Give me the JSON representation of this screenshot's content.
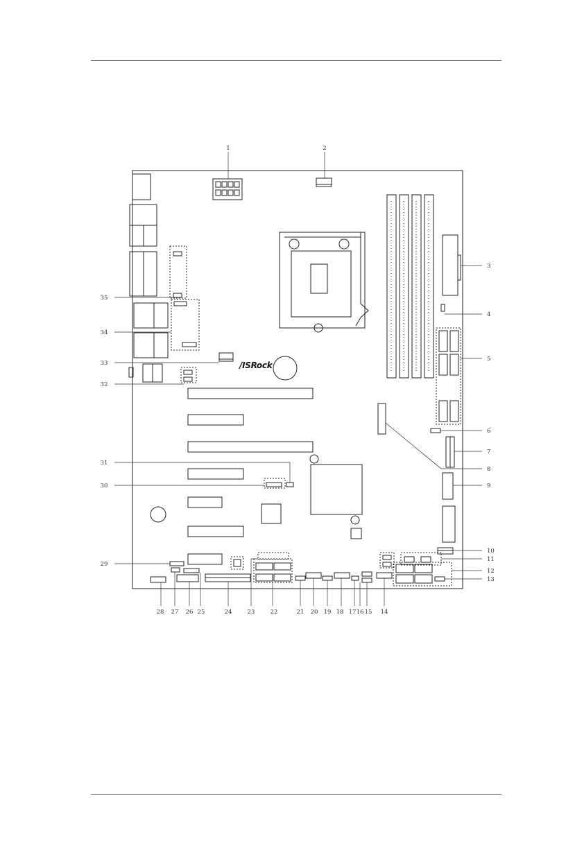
{
  "board": {
    "brand_logo_text": "/ISRock"
  },
  "callouts": {
    "top": [
      "1",
      "2"
    ],
    "right": [
      "3",
      "4",
      "5",
      "6",
      "7",
      "8",
      "9",
      "10",
      "11",
      "12",
      "13"
    ],
    "bottom": [
      "14",
      "15",
      "16",
      "17",
      "18",
      "19",
      "20",
      "21",
      "22",
      "23",
      "24",
      "25",
      "26",
      "27",
      "28"
    ],
    "left": [
      "29",
      "30",
      "31",
      "32",
      "33",
      "34",
      "35"
    ]
  }
}
